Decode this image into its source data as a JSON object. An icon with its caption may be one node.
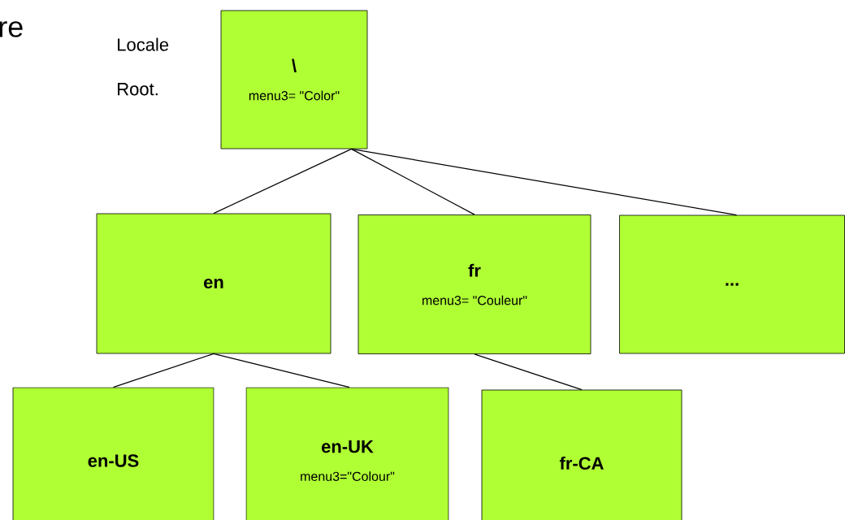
{
  "diagram": {
    "nodes": [
      {
        "text": [
          "\\",
          "menu3= \"Color\""
        ],
        "beside": [
          "Locale Root."
        ]
      },
      {
        "text": [
          "en"
        ]
      },
      {
        "text": [
          "fr",
          "menu3= \"Couleur\""
        ]
      },
      {
        "text": [
          "..."
        ]
      },
      {
        "text": [
          "en-US"
        ]
      },
      {
        "text": [
          "en-UK",
          "menu3=\"Colour\""
        ]
      },
      {
        "text": [
          "fr-CA"
        ]
      }
    ],
    "edges": [
      {
        "from": 0,
        "to": 1,
        "arrow": "none"
      },
      {
        "from": 0,
        "to": 2,
        "arrow": "none"
      },
      {
        "from": 0,
        "to": 3,
        "arrow": "none"
      },
      {
        "from": 1,
        "to": 4,
        "arrow": "none"
      },
      {
        "from": 1,
        "to": 5,
        "arrow": "none"
      },
      {
        "from": 2,
        "to": 6,
        "arrow": "none"
      }
    ],
    "labels": [
      "re"
    ]
  }
}
